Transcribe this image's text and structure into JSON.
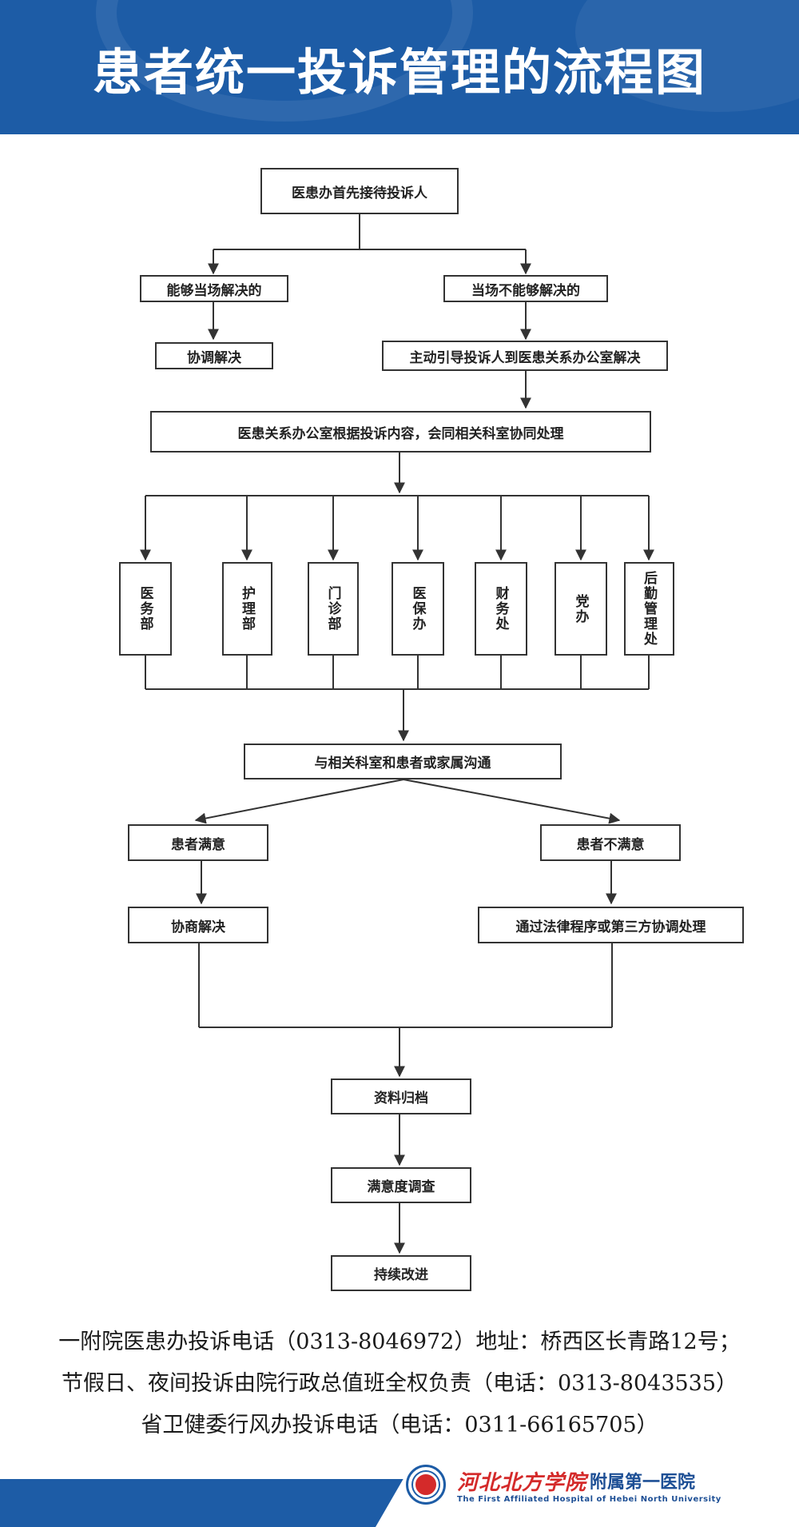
{
  "header": {
    "title": "患者统一投诉管理的流程图"
  },
  "flow": {
    "start": "医患办首先接待投诉人",
    "branch_left": "能够当场解决的",
    "branch_left_result": "协调解决",
    "branch_right": "当场不能够解决的",
    "branch_right_result": "主动引导投诉人到医患关系办公室解决",
    "process": "医患关系办公室根据投诉内容，会同相关科室协同处理",
    "departments": [
      "医务部",
      "护理部",
      "门诊部",
      "医保办",
      "财务处",
      "党办",
      "后勤管理处"
    ],
    "communicate": "与相关科室和患者或家属沟通",
    "satisfied": "患者满意",
    "satisfied_result": "协商解决",
    "unsatisfied": "患者不满意",
    "unsatisfied_result": "通过法律程序或第三方协调处理",
    "archive": "资料归档",
    "survey": "满意度调查",
    "improve": "持续改进"
  },
  "info": {
    "line1": "一附院医患办投诉电话（0313-8046972）地址：桥西区长青路12号；",
    "line2": "节假日、夜间投诉由院行政总值班全权负责（电话：0313-8043535）",
    "line3": "省卫健委行风办投诉电话（电话：0311-66165705）"
  },
  "footer": {
    "logo_script": "河北北方学院",
    "logo_name": "附属第一医院",
    "logo_en": "The First Affiliated Hospital of Hebei North University"
  },
  "colors": {
    "brand_blue": "#1d5ca6",
    "logo_red": "#d42a2a",
    "line": "#333333"
  },
  "icons": {
    "seal": "hospital-seal-icon"
  }
}
